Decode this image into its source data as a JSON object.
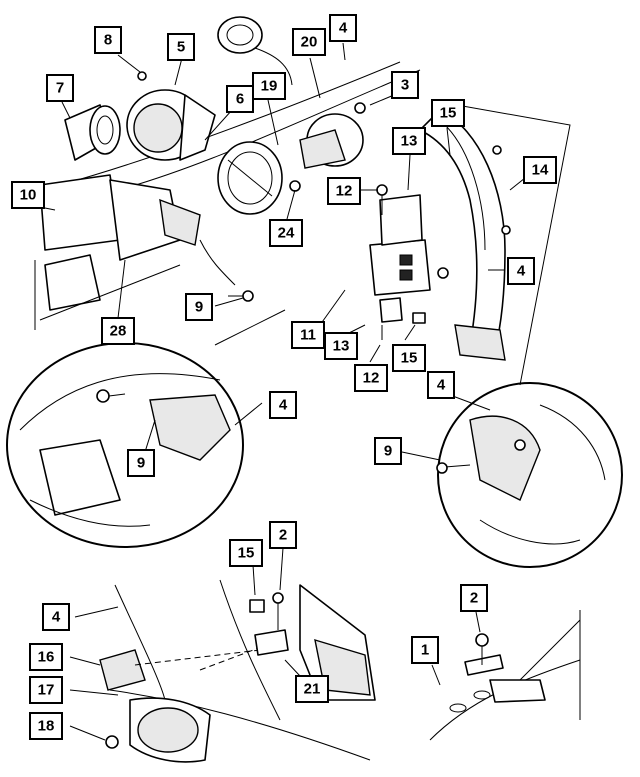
{
  "callouts": [
    {
      "id": "c-8a",
      "label": "8"
    },
    {
      "id": "c-5",
      "label": "5"
    },
    {
      "id": "c-20",
      "label": "20"
    },
    {
      "id": "c-4a",
      "label": "4"
    },
    {
      "id": "c-7",
      "label": "7"
    },
    {
      "id": "c-6",
      "label": "6"
    },
    {
      "id": "c-19",
      "label": "19"
    },
    {
      "id": "c-3",
      "label": "3"
    },
    {
      "id": "c-15a",
      "label": "15"
    },
    {
      "id": "c-13a",
      "label": "13"
    },
    {
      "id": "c-14",
      "label": "14"
    },
    {
      "id": "c-10",
      "label": "10"
    },
    {
      "id": "c-12a",
      "label": "12"
    },
    {
      "id": "c-24",
      "label": "24"
    },
    {
      "id": "c-4b",
      "label": "4"
    },
    {
      "id": "c-9a",
      "label": "9"
    },
    {
      "id": "c-28",
      "label": "28"
    },
    {
      "id": "c-11",
      "label": "11"
    },
    {
      "id": "c-13b",
      "label": "13"
    },
    {
      "id": "c-15b",
      "label": "15"
    },
    {
      "id": "c-12b",
      "label": "12"
    },
    {
      "id": "c-4c",
      "label": "4"
    },
    {
      "id": "c-4d",
      "label": "4"
    },
    {
      "id": "c-9b",
      "label": "9"
    },
    {
      "id": "c-9c",
      "label": "9"
    },
    {
      "id": "c-15c",
      "label": "15"
    },
    {
      "id": "c-2a",
      "label": "2"
    },
    {
      "id": "c-4e",
      "label": "4"
    },
    {
      "id": "c-16",
      "label": "16"
    },
    {
      "id": "c-21",
      "label": "21"
    },
    {
      "id": "c-17",
      "label": "17"
    },
    {
      "id": "c-18",
      "label": "18"
    },
    {
      "id": "c-2b",
      "label": "2"
    },
    {
      "id": "c-1",
      "label": "1"
    }
  ]
}
